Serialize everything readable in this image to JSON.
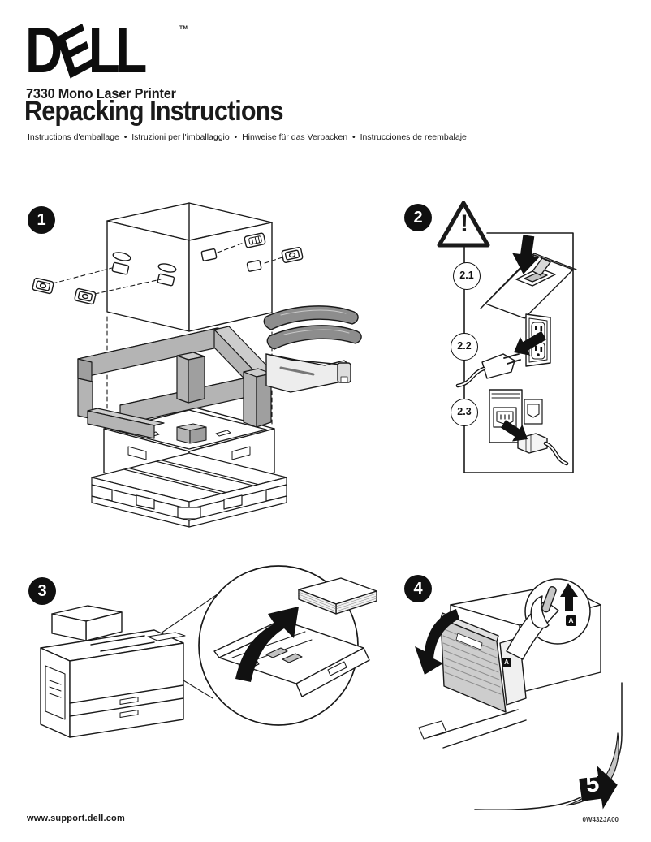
{
  "document": {
    "logo": {
      "letters": [
        "D",
        "E",
        "L",
        "L"
      ],
      "trademark": "TM"
    },
    "product_name": "7330 Mono Laser Printer",
    "title": "Repacking Instructions",
    "subtitle": "Instructions d'emballage  •  Istruzioni per l'imballaggio  •  Hinweise für das Verpacken  •  Instrucciones de reembalaje",
    "steps": {
      "step1": {
        "number": "1",
        "description_icons": "exploded shipping box, foam inserts, bags, cartridge, tray, pallet"
      },
      "step2": {
        "number": "2",
        "warning_mark": "!",
        "substeps": [
          {
            "label": "2.1"
          },
          {
            "label": "2.2"
          },
          {
            "label": "2.3"
          }
        ]
      },
      "step3": {
        "number": "3",
        "description_icons": "printer, paper tray magnifier, remove paper"
      },
      "step4": {
        "number": "4",
        "lever_label": "A",
        "description_icons": "open front cover, lift lever A"
      }
    },
    "footer": {
      "support_url": "www.support.dell.com",
      "part_number": "0W432JA00",
      "next_page_number": "5"
    },
    "colors": {
      "ink": "#1a1a1a",
      "foam_gray": "#b9b9b9",
      "bag_gray": "#8d8d8d",
      "cover_gray": "#cdcdcd",
      "curl_gray": "#c6c6c6"
    }
  }
}
